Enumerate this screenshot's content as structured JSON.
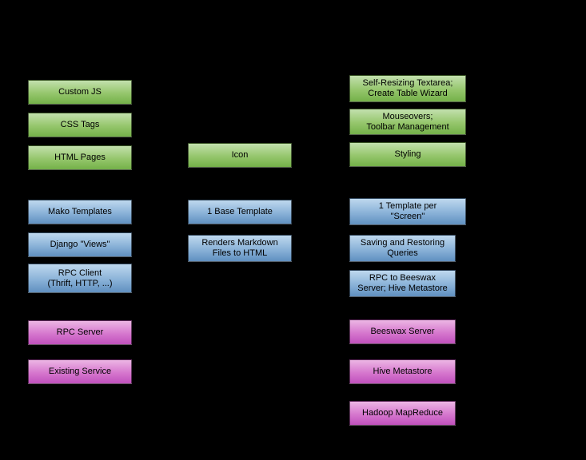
{
  "diagram": {
    "background": "#000000",
    "colors": {
      "green_top": "#c2e0ad",
      "green_bottom": "#74b149",
      "blue_top": "#bed8ee",
      "blue_bottom": "#6090c0",
      "magenta_top": "#ecb6e4",
      "magenta_bottom": "#c050bc",
      "text": "#000000"
    },
    "nodes": [
      {
        "id": "custom-js",
        "color": "green",
        "label": "Custom JS"
      },
      {
        "id": "css-tags",
        "color": "green",
        "label": "CSS Tags"
      },
      {
        "id": "html-pages",
        "color": "green",
        "label": "HTML Pages"
      },
      {
        "id": "mako-templates",
        "color": "blue",
        "label": "Mako Templates"
      },
      {
        "id": "django-views",
        "color": "blue",
        "label": "Django \"Views\""
      },
      {
        "id": "rpc-client",
        "color": "blue",
        "label": "RPC Client\n(Thrift, HTTP, ...)"
      },
      {
        "id": "rpc-server",
        "color": "magenta",
        "label": "RPC Server"
      },
      {
        "id": "existing-service",
        "color": "magenta",
        "label": "Existing Service"
      },
      {
        "id": "icon",
        "color": "green",
        "label": "Icon"
      },
      {
        "id": "base-template",
        "color": "blue",
        "label": "1 Base Template"
      },
      {
        "id": "renders-markdown",
        "color": "blue",
        "label": "Renders Markdown\nFiles to HTML"
      },
      {
        "id": "self-resizing",
        "color": "green",
        "label": "Self-Resizing Textarea;\nCreate Table Wizard"
      },
      {
        "id": "mouseovers",
        "color": "green",
        "label": "Mouseovers;\nToolbar Management"
      },
      {
        "id": "styling",
        "color": "green",
        "label": "Styling"
      },
      {
        "id": "template-per-screen",
        "color": "blue",
        "label": "1 Template per\n\"Screen\""
      },
      {
        "id": "saving-queries",
        "color": "blue",
        "label": "Saving and Restoring\nQueries"
      },
      {
        "id": "rpc-beeswax",
        "color": "blue",
        "label": "RPC to Beeswax\nServer; Hive Metastore"
      },
      {
        "id": "beeswax-server",
        "color": "magenta",
        "label": "Beeswax Server"
      },
      {
        "id": "hive-metastore",
        "color": "magenta",
        "label": "Hive Metastore"
      },
      {
        "id": "hadoop-mapreduce",
        "color": "magenta",
        "label": "Hadoop MapReduce"
      }
    ]
  }
}
